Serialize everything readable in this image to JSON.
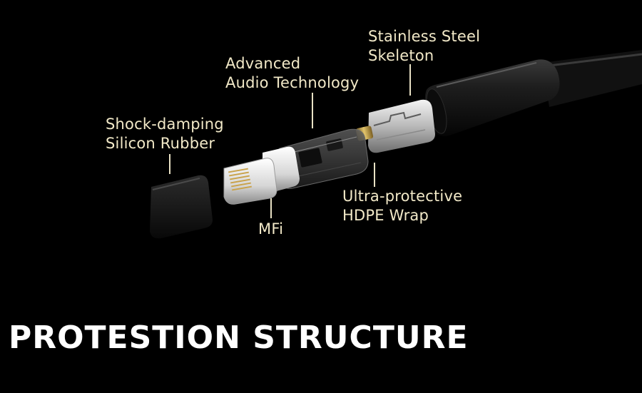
{
  "labels": {
    "stainless": [
      "Stainless Steel",
      "Skeleton"
    ],
    "audio": [
      "Advanced",
      "Audio Technology"
    ],
    "shock": [
      "Shock-damping",
      "Silicon Rubber"
    ],
    "hdpe": [
      "Ultra-protective",
      "HDPE Wrap"
    ],
    "mfi": "MFi"
  },
  "headline": "PROTESTION STRUCTURE",
  "colors": {
    "background": "#000000",
    "label_text": "#f2e9c8",
    "headline_text": "#ffffff"
  }
}
